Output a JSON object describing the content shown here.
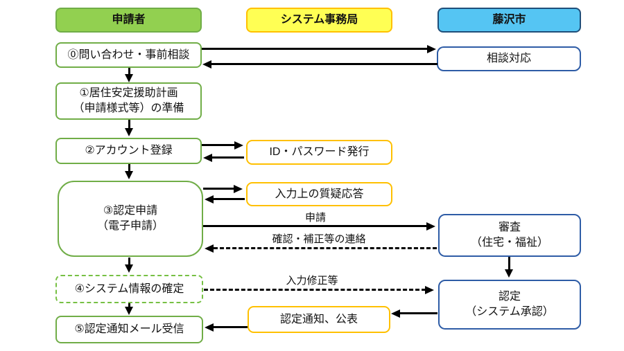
{
  "columns": {
    "applicant": {
      "label": "申請者"
    },
    "office": {
      "label": "システム事務局"
    },
    "city": {
      "label": "藤沢市"
    }
  },
  "applicant_steps": {
    "step0": "⓪問い合わせ・事前相談",
    "step1": [
      "①居住安定援助計画",
      "（申請様式等）の準備"
    ],
    "step2": "②アカウント登録",
    "step3": [
      "③認定申請",
      "（電子申請）"
    ],
    "step4": "④システム情報の確定",
    "step5": "⑤認定通知メール受信"
  },
  "office_boxes": {
    "id_password": "ID・パスワード発行",
    "qa": "入力上の質疑応答",
    "notice": "認定通知、公表"
  },
  "city_boxes": {
    "consult": "相談対応",
    "review": [
      "審査",
      "（住宅・福祉）"
    ],
    "approve": [
      "認定",
      "（システム承認）"
    ]
  },
  "arrow_labels": {
    "apply": "申請",
    "confirm_correction": "確認・補正等の連絡",
    "input_fix": "入力修正等"
  },
  "colors": {
    "applicant_fill": "#92D050",
    "applicant_border": "#70AD47",
    "office_fill": "#FFFF54",
    "office_border": "#FFC000",
    "city_fill": "#55C5F3",
    "city_border": "#1F4E79",
    "green_box_border": "#70AD47",
    "yellow_box_border": "#FFC000",
    "blue_box_border": "#2E5CA6",
    "arrow": "#000000"
  }
}
